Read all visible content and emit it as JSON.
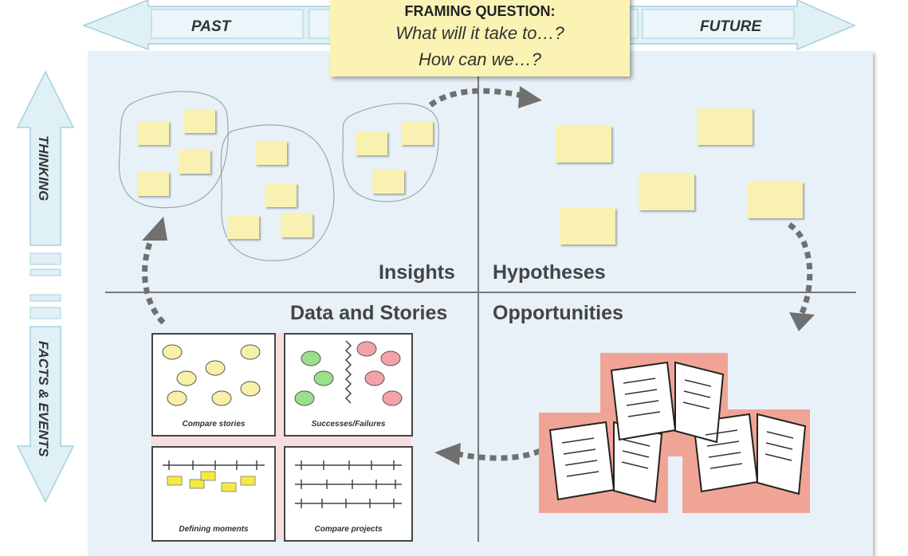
{
  "framing": {
    "heading": "FRAMING QUESTION:",
    "line1": "What will it take to…?",
    "line2": "How can we…?"
  },
  "time_axis": {
    "past": "PAST",
    "future": "FUTURE"
  },
  "abstraction_axis": {
    "thinking": "THINKING",
    "facts": "FACTS & EVENTS"
  },
  "quadrants": {
    "insights": "Insights",
    "hypotheses": "Hypotheses",
    "data_and_stories": "Data and Stories",
    "opportunities": "Opportunities"
  },
  "cards": {
    "compare_stories": "Compare stories",
    "successes_failures": "Successes/Failures",
    "defining_moments": "Defining moments",
    "compare_projects": "Compare projects"
  },
  "colors": {
    "panel": "#e7f1f7",
    "sticky_note": "#f9f1b2",
    "arrow": "#dff0f7",
    "success": "#98e08a",
    "failure": "#f3a3a8",
    "book_bg": "#f0a495"
  }
}
